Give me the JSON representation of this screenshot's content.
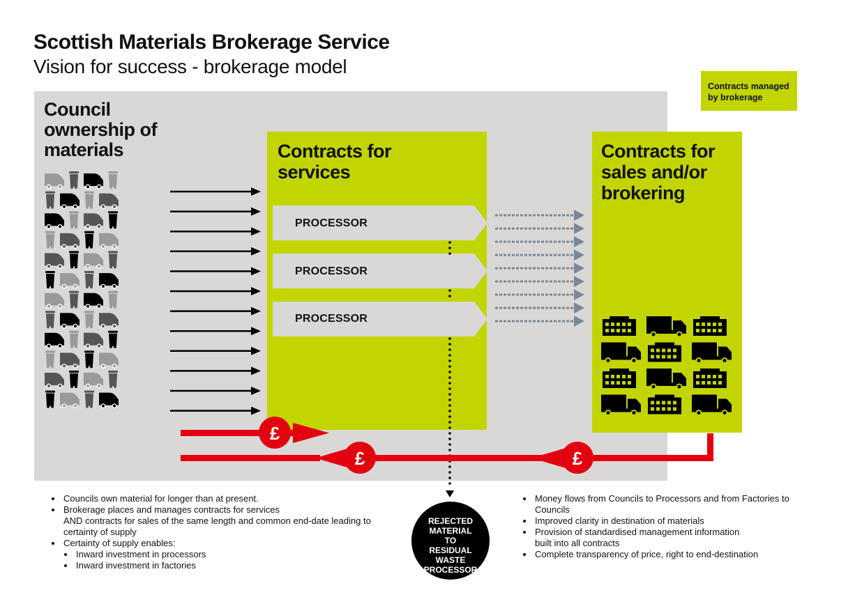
{
  "title": "Scottish Materials Brokerage Service",
  "subtitle": "Vision for success - brokerage model",
  "legend": {
    "label": "Contracts managed by brokerage",
    "color": "#c2d500"
  },
  "council": {
    "heading": "Council ownership of materials",
    "icons": [
      "bin-truck-icon",
      "wheelie-bin-icon"
    ]
  },
  "services": {
    "heading": "Contracts for services"
  },
  "processors": [
    "PROCESSOR",
    "PROCESSOR",
    "PROCESSOR"
  ],
  "sales": {
    "heading": "Contracts for sales and/or brokering",
    "icons": [
      "factory-icon",
      "lorry-icon"
    ]
  },
  "money": {
    "symbol": "£",
    "color": "#e3000f"
  },
  "rejected": {
    "label": "REJECTED MATERIAL TO RESIDUAL WASTE PROCESSOR"
  },
  "notes_left": {
    "items": [
      "Councils own material for longer than at present.",
      "Brokerage places and manages contracts for services",
      "AND contracts for sales of the same length and common end-date leading to certainty of supply",
      "Certainty of supply enables:"
    ],
    "sub_items": [
      "Inward investment in processors",
      "Inward investment in factories"
    ]
  },
  "notes_right": {
    "items": [
      "Money flows from Councils to Processors and from Factories to Councils",
      "Improved clarity in destination of materials",
      "Provision of standardised management information built into all contracts",
      "Complete transparency of price, right to end-destination"
    ]
  }
}
